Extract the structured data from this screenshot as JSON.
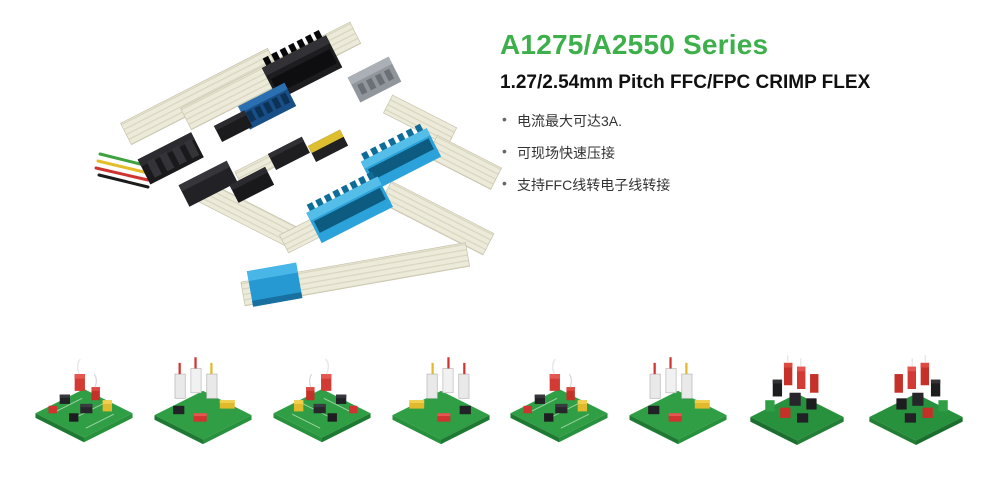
{
  "header": {
    "title": "A1275/A2550 Series",
    "subtitle": "1.27/2.54mm Pitch FFC/FPC CRIMP FLEX",
    "features": [
      "电流最大可达3A.",
      "可现场快速压接",
      "支持FFC线转电子线转接"
    ]
  },
  "hero": {
    "name": "ffc-fpc-crimp-connector-family-illustration"
  },
  "gallery": {
    "items": [
      {
        "name": "application-pcb-1"
      },
      {
        "name": "application-pcb-2"
      },
      {
        "name": "application-pcb-3"
      },
      {
        "name": "application-pcb-4"
      },
      {
        "name": "application-pcb-5"
      },
      {
        "name": "application-pcb-6"
      },
      {
        "name": "application-pcb-7"
      },
      {
        "name": "application-pcb-8"
      }
    ]
  },
  "colors": {
    "accent_green": "#3db04b",
    "heading_text": "#101010",
    "body_text": "#333333",
    "pcb_green": "#2f9e44",
    "ribbon_beige": "#ecead9",
    "connector_black": "#1d1d20",
    "connector_navy": "#174f86",
    "connector_blue": "#2ba3da",
    "wire_red": "#cf3430",
    "wire_yellow": "#e3bd2a",
    "wire_green": "#3fa23f"
  }
}
